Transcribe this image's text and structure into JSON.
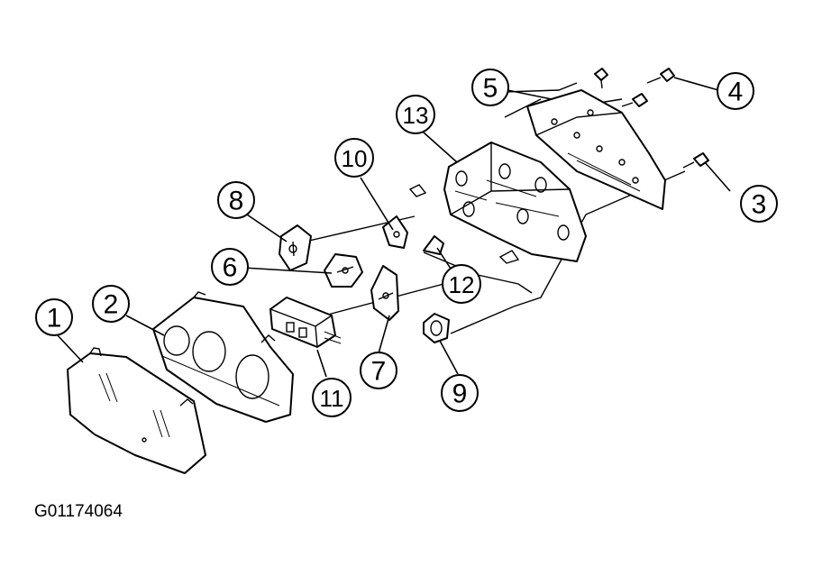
{
  "figure_code": "G01174064",
  "callouts": [
    "1",
    "2",
    "3",
    "4",
    "5",
    "6",
    "7",
    "8",
    "9",
    "10",
    "11",
    "12",
    "13"
  ],
  "colors": {
    "line": "#000000",
    "background": "#ffffff"
  }
}
